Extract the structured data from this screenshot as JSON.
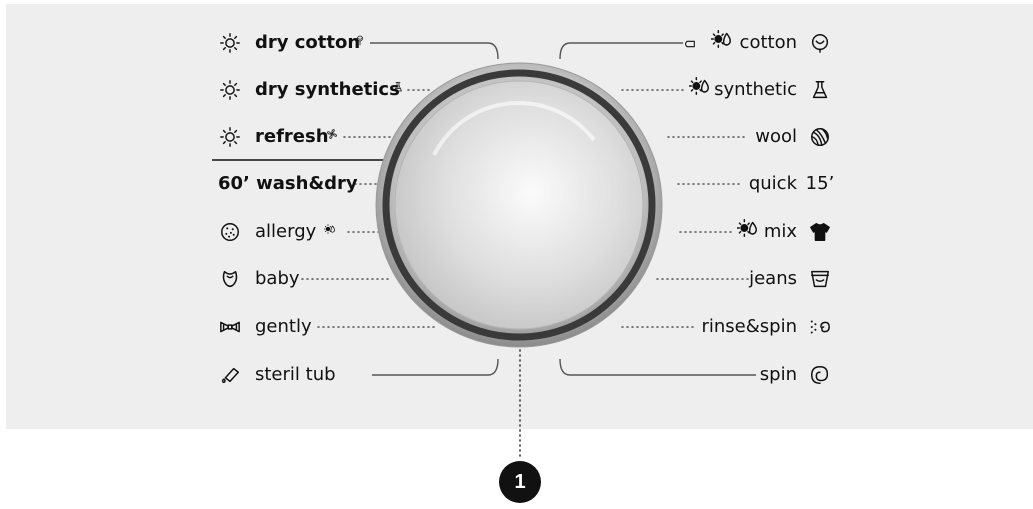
{
  "programs_left": [
    {
      "label": "dry cotton",
      "bold": true,
      "icon": "sun-icon",
      "suffix_icon": "flower-icon"
    },
    {
      "label": "dry synthetics",
      "bold": true,
      "icon": "sun-icon",
      "suffix_icon": "flask-icon"
    },
    {
      "label": "refresh",
      "bold": true,
      "icon": "sun-icon",
      "suffix_icon": "fan-icon"
    },
    {
      "label": "60’ wash&dry",
      "bold": true
    },
    {
      "label": "allergy",
      "bold": false,
      "icon": "allergy-icon",
      "suffix_icon": "sun-drop-icon"
    },
    {
      "label": "baby",
      "bold": false,
      "icon": "bib-icon"
    },
    {
      "label": "gently",
      "bold": false,
      "icon": "bow-icon"
    },
    {
      "label": "steril tub",
      "bold": false,
      "icon": "tub-clean-icon"
    }
  ],
  "programs_right": [
    {
      "label": "cotton",
      "icon": "cotton-icon",
      "prefix_icon": "tag-sun-drop-icon"
    },
    {
      "label": "synthetic",
      "icon": "flask-icon",
      "prefix_icon": "sun-drop-icon"
    },
    {
      "label": "wool",
      "icon": "yarn-icon"
    },
    {
      "label": "quick",
      "extra_text": "15’"
    },
    {
      "label": "mix",
      "icon": "shirt-icon",
      "prefix_icon": "sun-drop-icon"
    },
    {
      "label": "jeans",
      "icon": "jeans-icon"
    },
    {
      "label": "rinse&spin",
      "icon": "rinse-spin-icon"
    },
    {
      "label": "spin",
      "icon": "spin-icon"
    }
  ],
  "callout": {
    "number": "1"
  },
  "colors": {
    "panel": "#eeeeef",
    "text": "#111111",
    "leader": "#555555",
    "knob_ring": "#3a3a3a"
  }
}
